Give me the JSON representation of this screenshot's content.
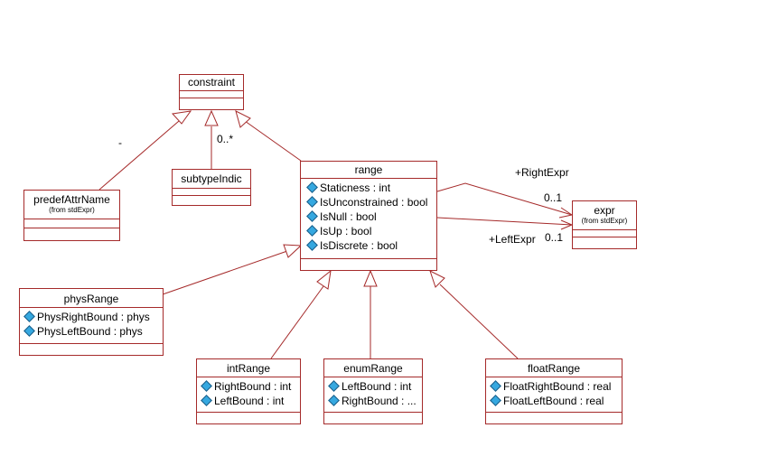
{
  "classes": {
    "constraint": {
      "name": "constraint"
    },
    "predefAttrName": {
      "name": "predefAttrName",
      "from": "(from stdExpr)"
    },
    "subtypeIndic": {
      "name": "subtypeIndic"
    },
    "range": {
      "name": "range",
      "attributes": [
        "Staticness : int",
        "IsUnconstrained : bool",
        "IsNull : bool",
        "IsUp : bool",
        "IsDiscrete : bool"
      ]
    },
    "expr": {
      "name": "expr",
      "from": "(from stdExpr)"
    },
    "physRange": {
      "name": "physRange",
      "attributes": [
        "PhysRightBound : phys",
        "PhysLeftBound : phys"
      ]
    },
    "intRange": {
      "name": "intRange",
      "attributes": [
        "RightBound : int",
        "LeftBound : int"
      ]
    },
    "enumRange": {
      "name": "enumRange",
      "attributes": [
        "LeftBound : int",
        "RightBound : ..."
      ]
    },
    "floatRange": {
      "name": "floatRange",
      "attributes": [
        "FloatRightBound : real",
        "FloatLeftBound : real"
      ]
    }
  },
  "labels": {
    "multiplicity_subtype": "0..*",
    "right_role": "+RightExpr",
    "right_mult": "0..1",
    "left_role": "+LeftExpr",
    "left_mult": "0..1",
    "stray_mark": "-"
  },
  "colors": {
    "line": "#a52a2a",
    "attribute_icon": "#35a8e0"
  }
}
